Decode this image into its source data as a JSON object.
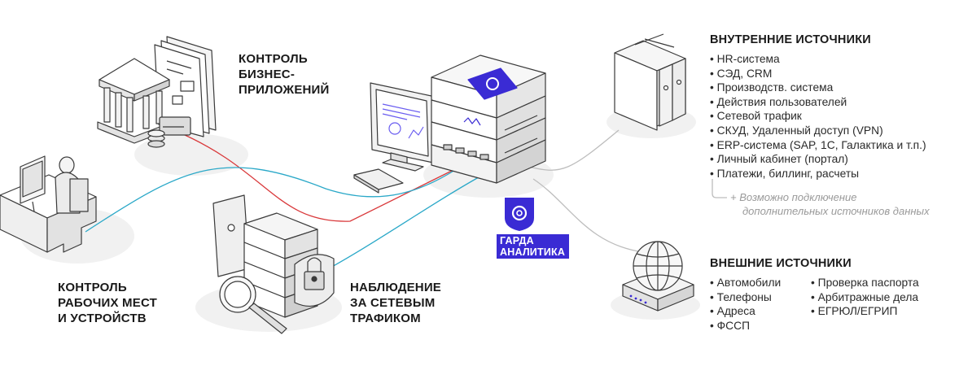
{
  "labels": {
    "business": [
      "КОНТРОЛЬ",
      "БИЗНЕС-",
      "ПРИЛОЖЕНИЙ"
    ],
    "workplaces": [
      "КОНТРОЛЬ",
      "РАБОЧИХ МЕСТ",
      "И УСТРОЙСТВ"
    ],
    "traffic": [
      "НАБЛЮДЕНИЕ",
      "ЗА СЕТЕВЫМ",
      "ТРАФИКОМ"
    ]
  },
  "brand": {
    "lines": [
      "ГАРДА",
      "АНАЛИТИКА"
    ],
    "color": "#3a2bd4",
    "icon": "at-shield-icon"
  },
  "internal": {
    "title": "ВНУТРЕННИЕ ИСТОЧНИКИ",
    "items": [
      "HR-система",
      "СЭД, CRM",
      "Производств. система",
      "Действия пользователей",
      "Сетевой трафик",
      "СКУД, Удаленный доступ (VPN)",
      "ERP-система (SAP, 1С, Галактика и т.п.)",
      "Личный кабинет (портал)",
      "Платежи, биллинг, расчеты"
    ],
    "note": [
      "+ Возможно подключение",
      "дополнительных источников данных"
    ]
  },
  "external": {
    "title": "ВНЕШНИЕ ИСТОЧНИКИ",
    "col1": [
      "Автомобили",
      "Телефоны",
      "Адреса",
      "ФССП"
    ],
    "col2": [
      "Проверка паспорта",
      "Арбитражные дела",
      "ЕГРЮЛ/ЕГРИП"
    ]
  },
  "colors": {
    "red_line": "#d9383a",
    "blue_line": "#2aa8c8",
    "gray_line": "#bdbdbd",
    "outline": "#3a3a3a",
    "shade": "#e9e9e9"
  }
}
